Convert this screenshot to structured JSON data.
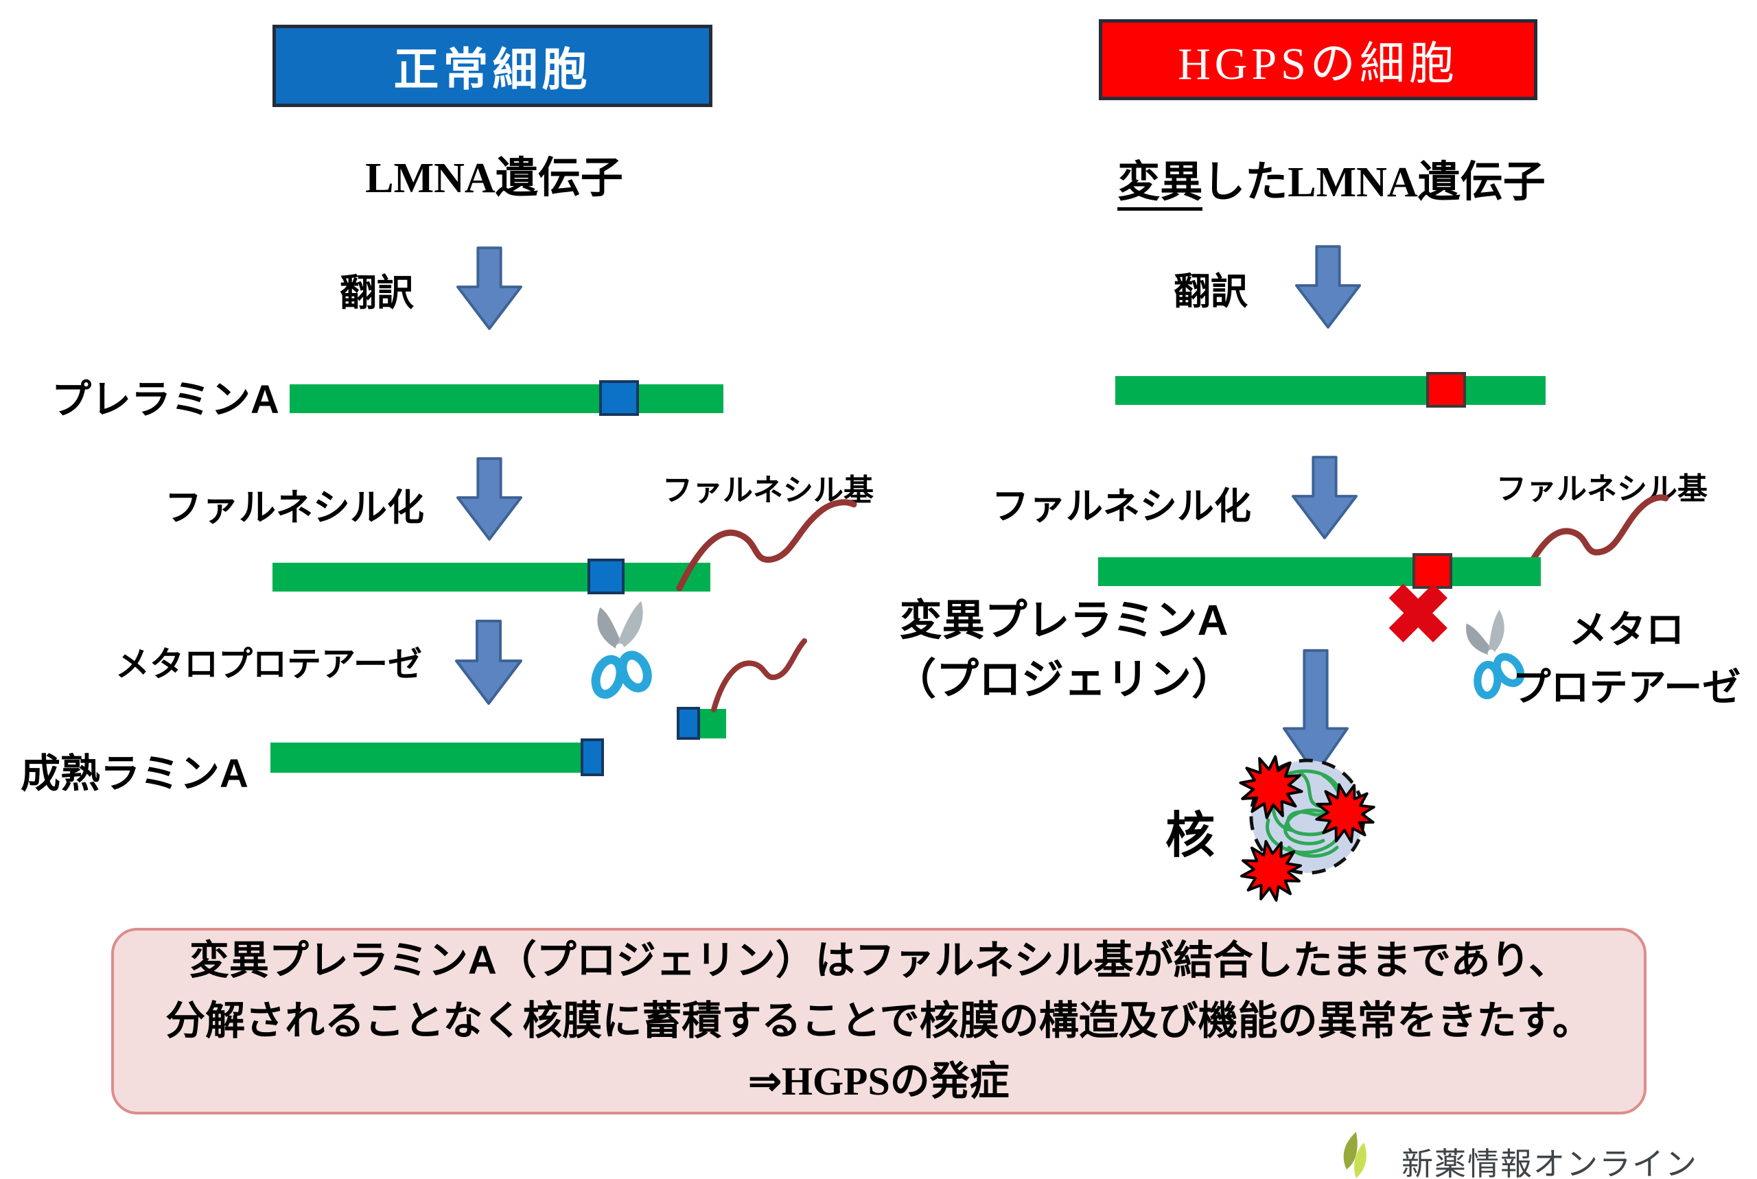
{
  "left": {
    "header": "正常細胞",
    "gene_label": "LMNA遺伝子",
    "translation_label": "翻訳",
    "prelamin_label": "プレラミンA",
    "farnesylation_label": "ファルネシル化",
    "farnesyl_group_label": "ファルネシル基",
    "metalloprotease_label": "メタロプロテアーゼ",
    "mature_lamin_label": "成熟ラミンA"
  },
  "right": {
    "header": "HGPSの細胞",
    "gene_label_underlined": "変異",
    "gene_label_rest": "したLMNA遺伝子",
    "translation_label": "翻訳",
    "farnesylation_label": "ファルネシル化",
    "farnesyl_group_label": "ファルネシル基",
    "progerin_label_line1": "変異プレラミンA",
    "progerin_label_line2": "（プロジェリン）",
    "blocked_mark": "✖",
    "protease_label_line1": "メタロ",
    "protease_label_line2": "プロテアーゼ",
    "nucleus_label": "核"
  },
  "summary": {
    "line1": "変異プレラミンA（プロジェリン）はファルネシル基が結合したままであり、",
    "line2": "分解されることなく核膜に蓄積することで核膜の構造及び機能の異常をきたす。",
    "line3": "⇒HGPSの発症"
  },
  "footer": {
    "brand": "新薬情報オンライン"
  },
  "icons": [
    "down-arrow-icon",
    "scissors-icon",
    "squiggle-farnesyl-icon",
    "cross-icon",
    "nucleus-icon",
    "burst-icon",
    "leaf-logo-icon"
  ],
  "colors": {
    "normal_header_bg": "#0F6EC0",
    "hgps_header_bg": "#FE0000",
    "bar_green": "#00B050",
    "segment_blue": "#0B72C8",
    "segment_red": "#FE0000",
    "segment_border": "#17375E",
    "arrow_blue": "#5B84C1",
    "arrow_border": "#3E6395",
    "farnesyl_line": "#943634",
    "cross_red": "#DF0613",
    "scissors_blade": "#A4AEB3",
    "scissors_handle": "#2AA7DA",
    "nucleus_fill": "#CBD5EA",
    "nucleus_scribble": "#2FA857",
    "burst_red": "#FE0000",
    "summary_bg": "#F3DEDD",
    "summary_border": "#DE8C8C",
    "leaf_dark": "#97A93C",
    "leaf_light": "#CBDF56"
  }
}
